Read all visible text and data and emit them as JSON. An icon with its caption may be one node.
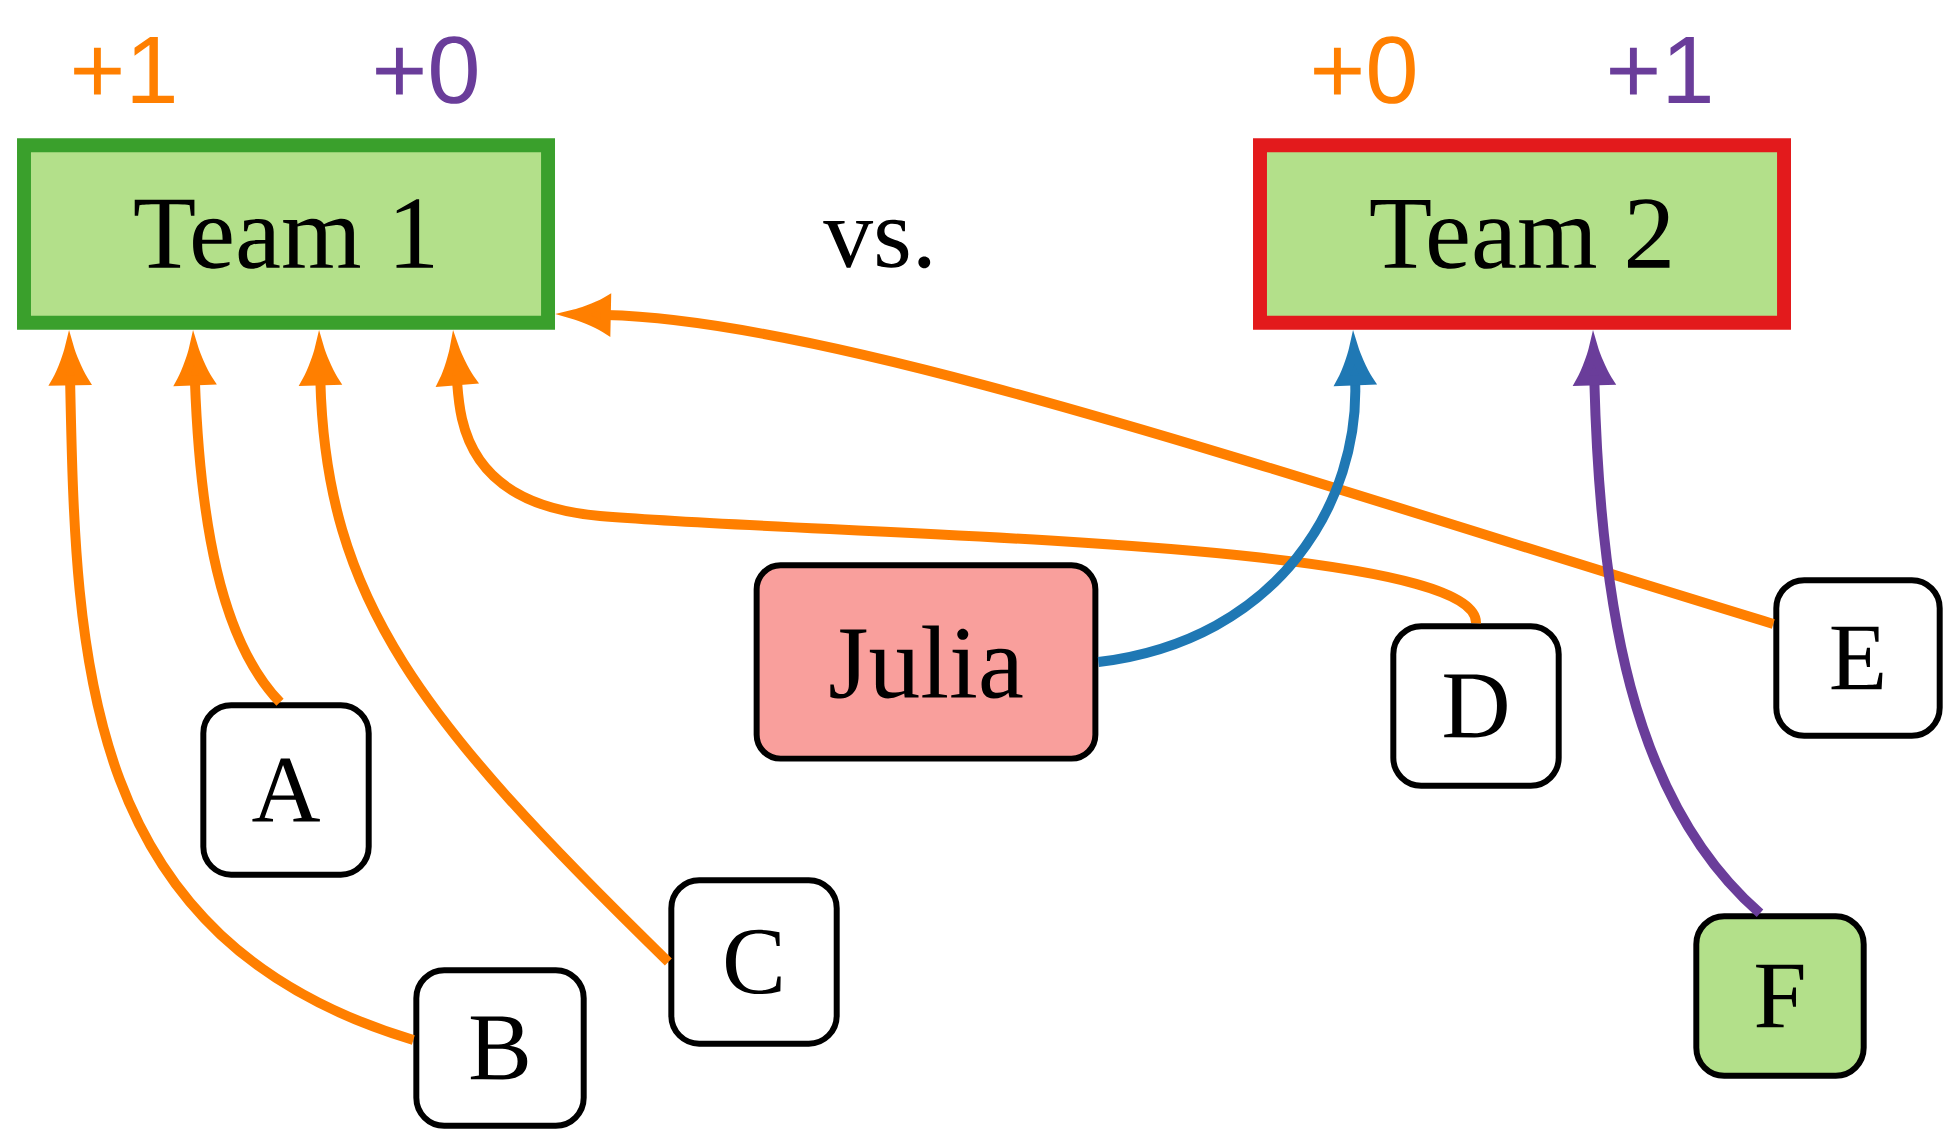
{
  "diagram": {
    "nodes": [
      {
        "text": [
          "Team 1"
        ],
        "beside": [
          "+1",
          "+0"
        ]
      },
      {
        "text": [
          "Team 2"
        ],
        "beside": [
          "+0",
          "+1"
        ]
      },
      {
        "text": [
          "Julia"
        ]
      },
      {
        "text": [
          "A"
        ]
      },
      {
        "text": [
          "B"
        ]
      },
      {
        "text": [
          "C"
        ]
      },
      {
        "text": [
          "D"
        ]
      },
      {
        "text": [
          "E"
        ]
      },
      {
        "text": [
          "F"
        ]
      }
    ],
    "edges": [
      {
        "from": 3,
        "to": 0,
        "arrow": "to"
      },
      {
        "from": 4,
        "to": 0,
        "arrow": "to"
      },
      {
        "from": 5,
        "to": 0,
        "arrow": "to"
      },
      {
        "from": 6,
        "to": 0,
        "arrow": "to"
      },
      {
        "from": 7,
        "to": 0,
        "arrow": "to"
      },
      {
        "from": 2,
        "to": 1,
        "arrow": "to",
        "color": "#1f78b4"
      },
      {
        "from": 8,
        "to": 1,
        "arrow": "to",
        "color": "#6a3d9a"
      }
    ],
    "labels": [
      "vs."
    ]
  }
}
